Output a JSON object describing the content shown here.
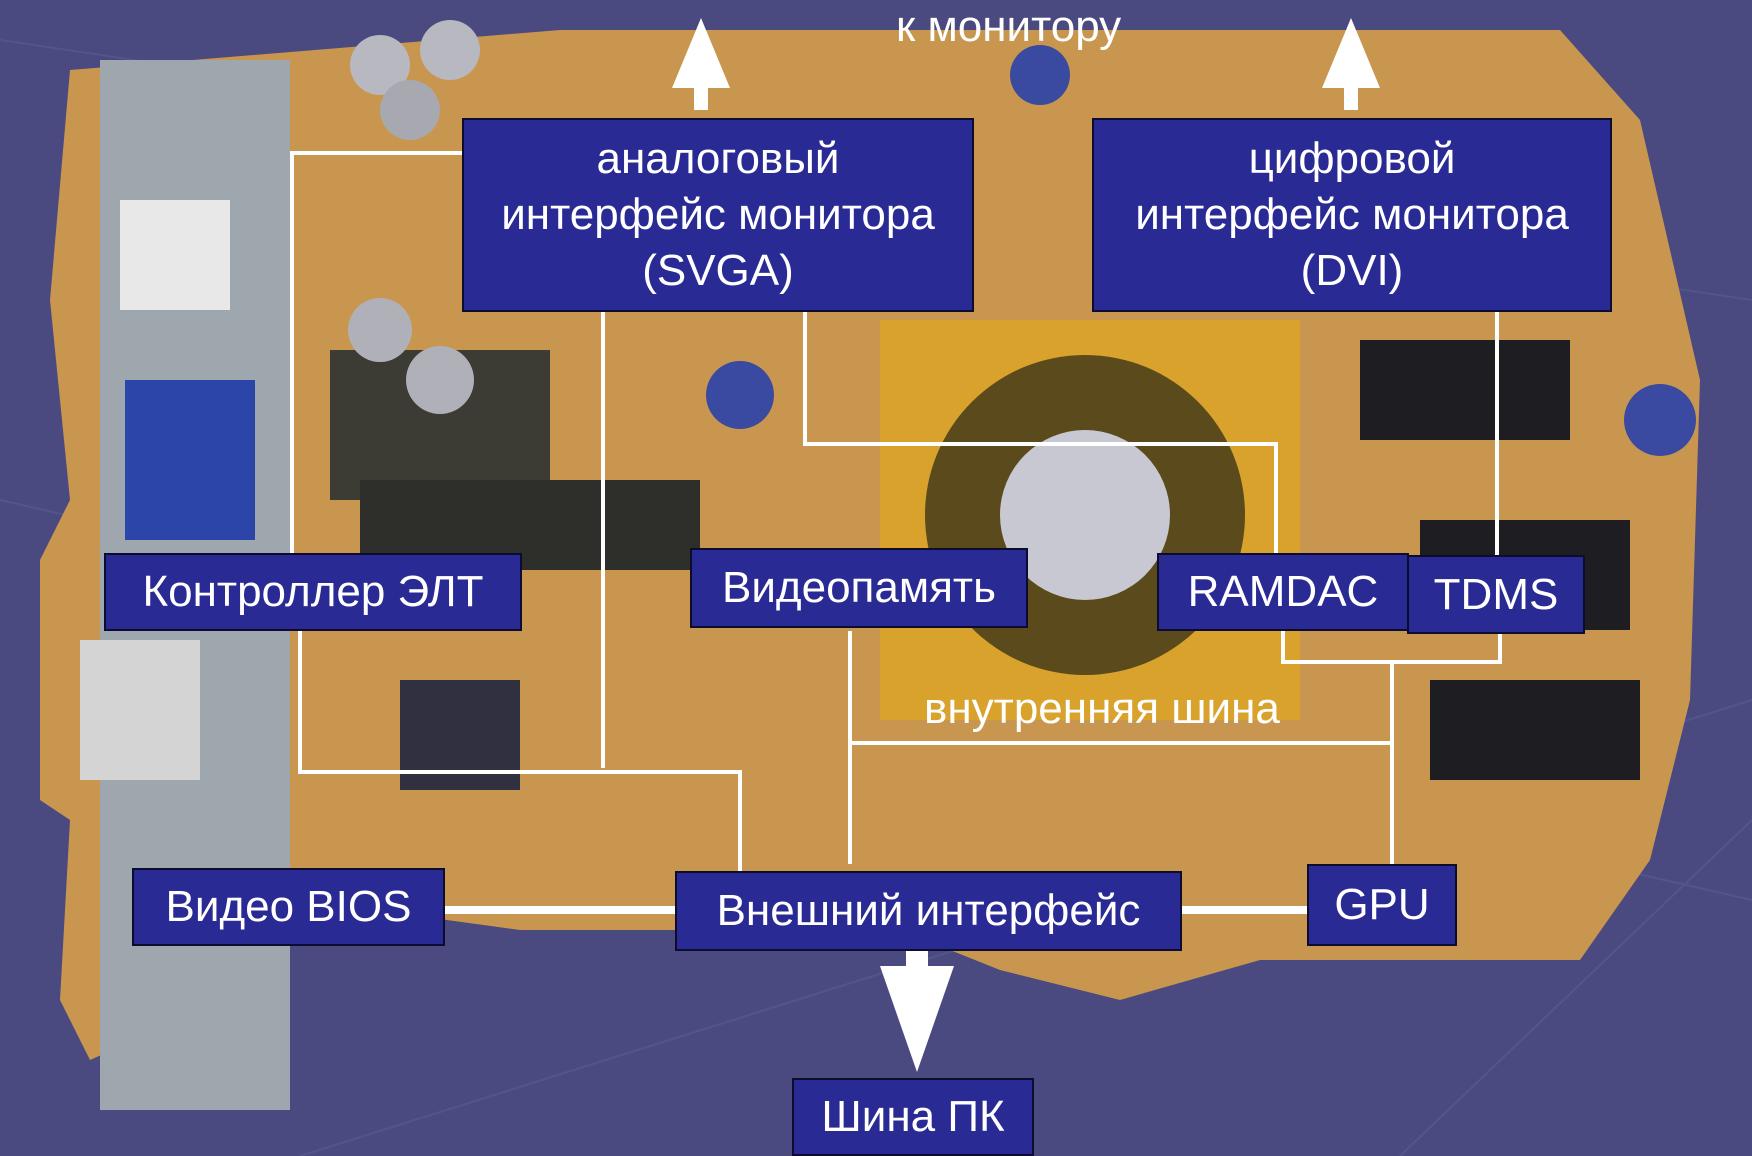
{
  "diagram": {
    "top_label": "к монитору",
    "bus_label": "внутренняя шина",
    "boxes": {
      "svga": [
        "аналоговый",
        "интерфейс монитора",
        "(SVGA)"
      ],
      "dvi": [
        "цифровой",
        "интерфейс монитора",
        "(DVI)"
      ],
      "crt_controller": "Контроллер ЭЛТ",
      "video_memory": "Видеопамять",
      "ramdac": "RAMDAC",
      "tdms": "TDMS",
      "video_bios": "Видео BIOS",
      "external_interface": "Внешний интерфейс",
      "gpu": "GPU",
      "pc_bus": "Шина ПК"
    }
  },
  "colors": {
    "background": "#4a4a80",
    "box_fill": "#2a2a94",
    "box_border": "#0c0c2e",
    "text": "#ffffff",
    "connector": "#ffffff",
    "board": "#c8964e"
  }
}
